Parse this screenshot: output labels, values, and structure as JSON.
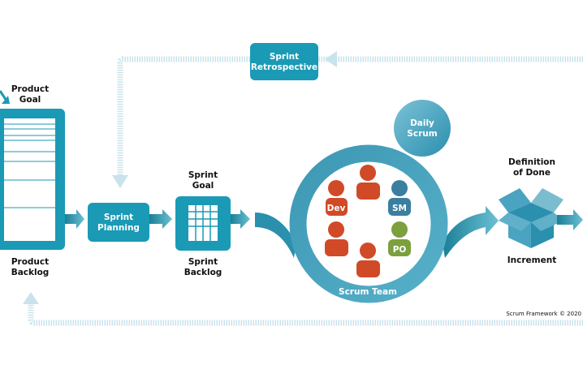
{
  "product_goal": [
    "Product",
    "Goal"
  ],
  "product_backlog": [
    "Product",
    "Backlog"
  ],
  "sprint_planning": [
    "Sprint",
    "Planning"
  ],
  "sprint_goal": [
    "Sprint",
    "Goal"
  ],
  "sprint_backlog": [
    "Sprint",
    "Backlog"
  ],
  "sprint_retrospective": [
    "Sprint",
    "Retrospective"
  ],
  "daily_scrum": [
    "Daily",
    "Scrum"
  ],
  "scrum_team": "Scrum Team",
  "roles": {
    "dev": "Dev",
    "sm": "SM",
    "po": "PO"
  },
  "definition_of_done": [
    "Definition",
    "of Done"
  ],
  "increment": "Increment",
  "copyright": "Scrum Framework © 2020",
  "colors": {
    "primary": "#1a9ab5",
    "loop": "#c9e3ec",
    "dev": "#d04a27",
    "sm": "#3a7fa0",
    "po": "#7ca03e",
    "box": "#4aa3c0"
  }
}
